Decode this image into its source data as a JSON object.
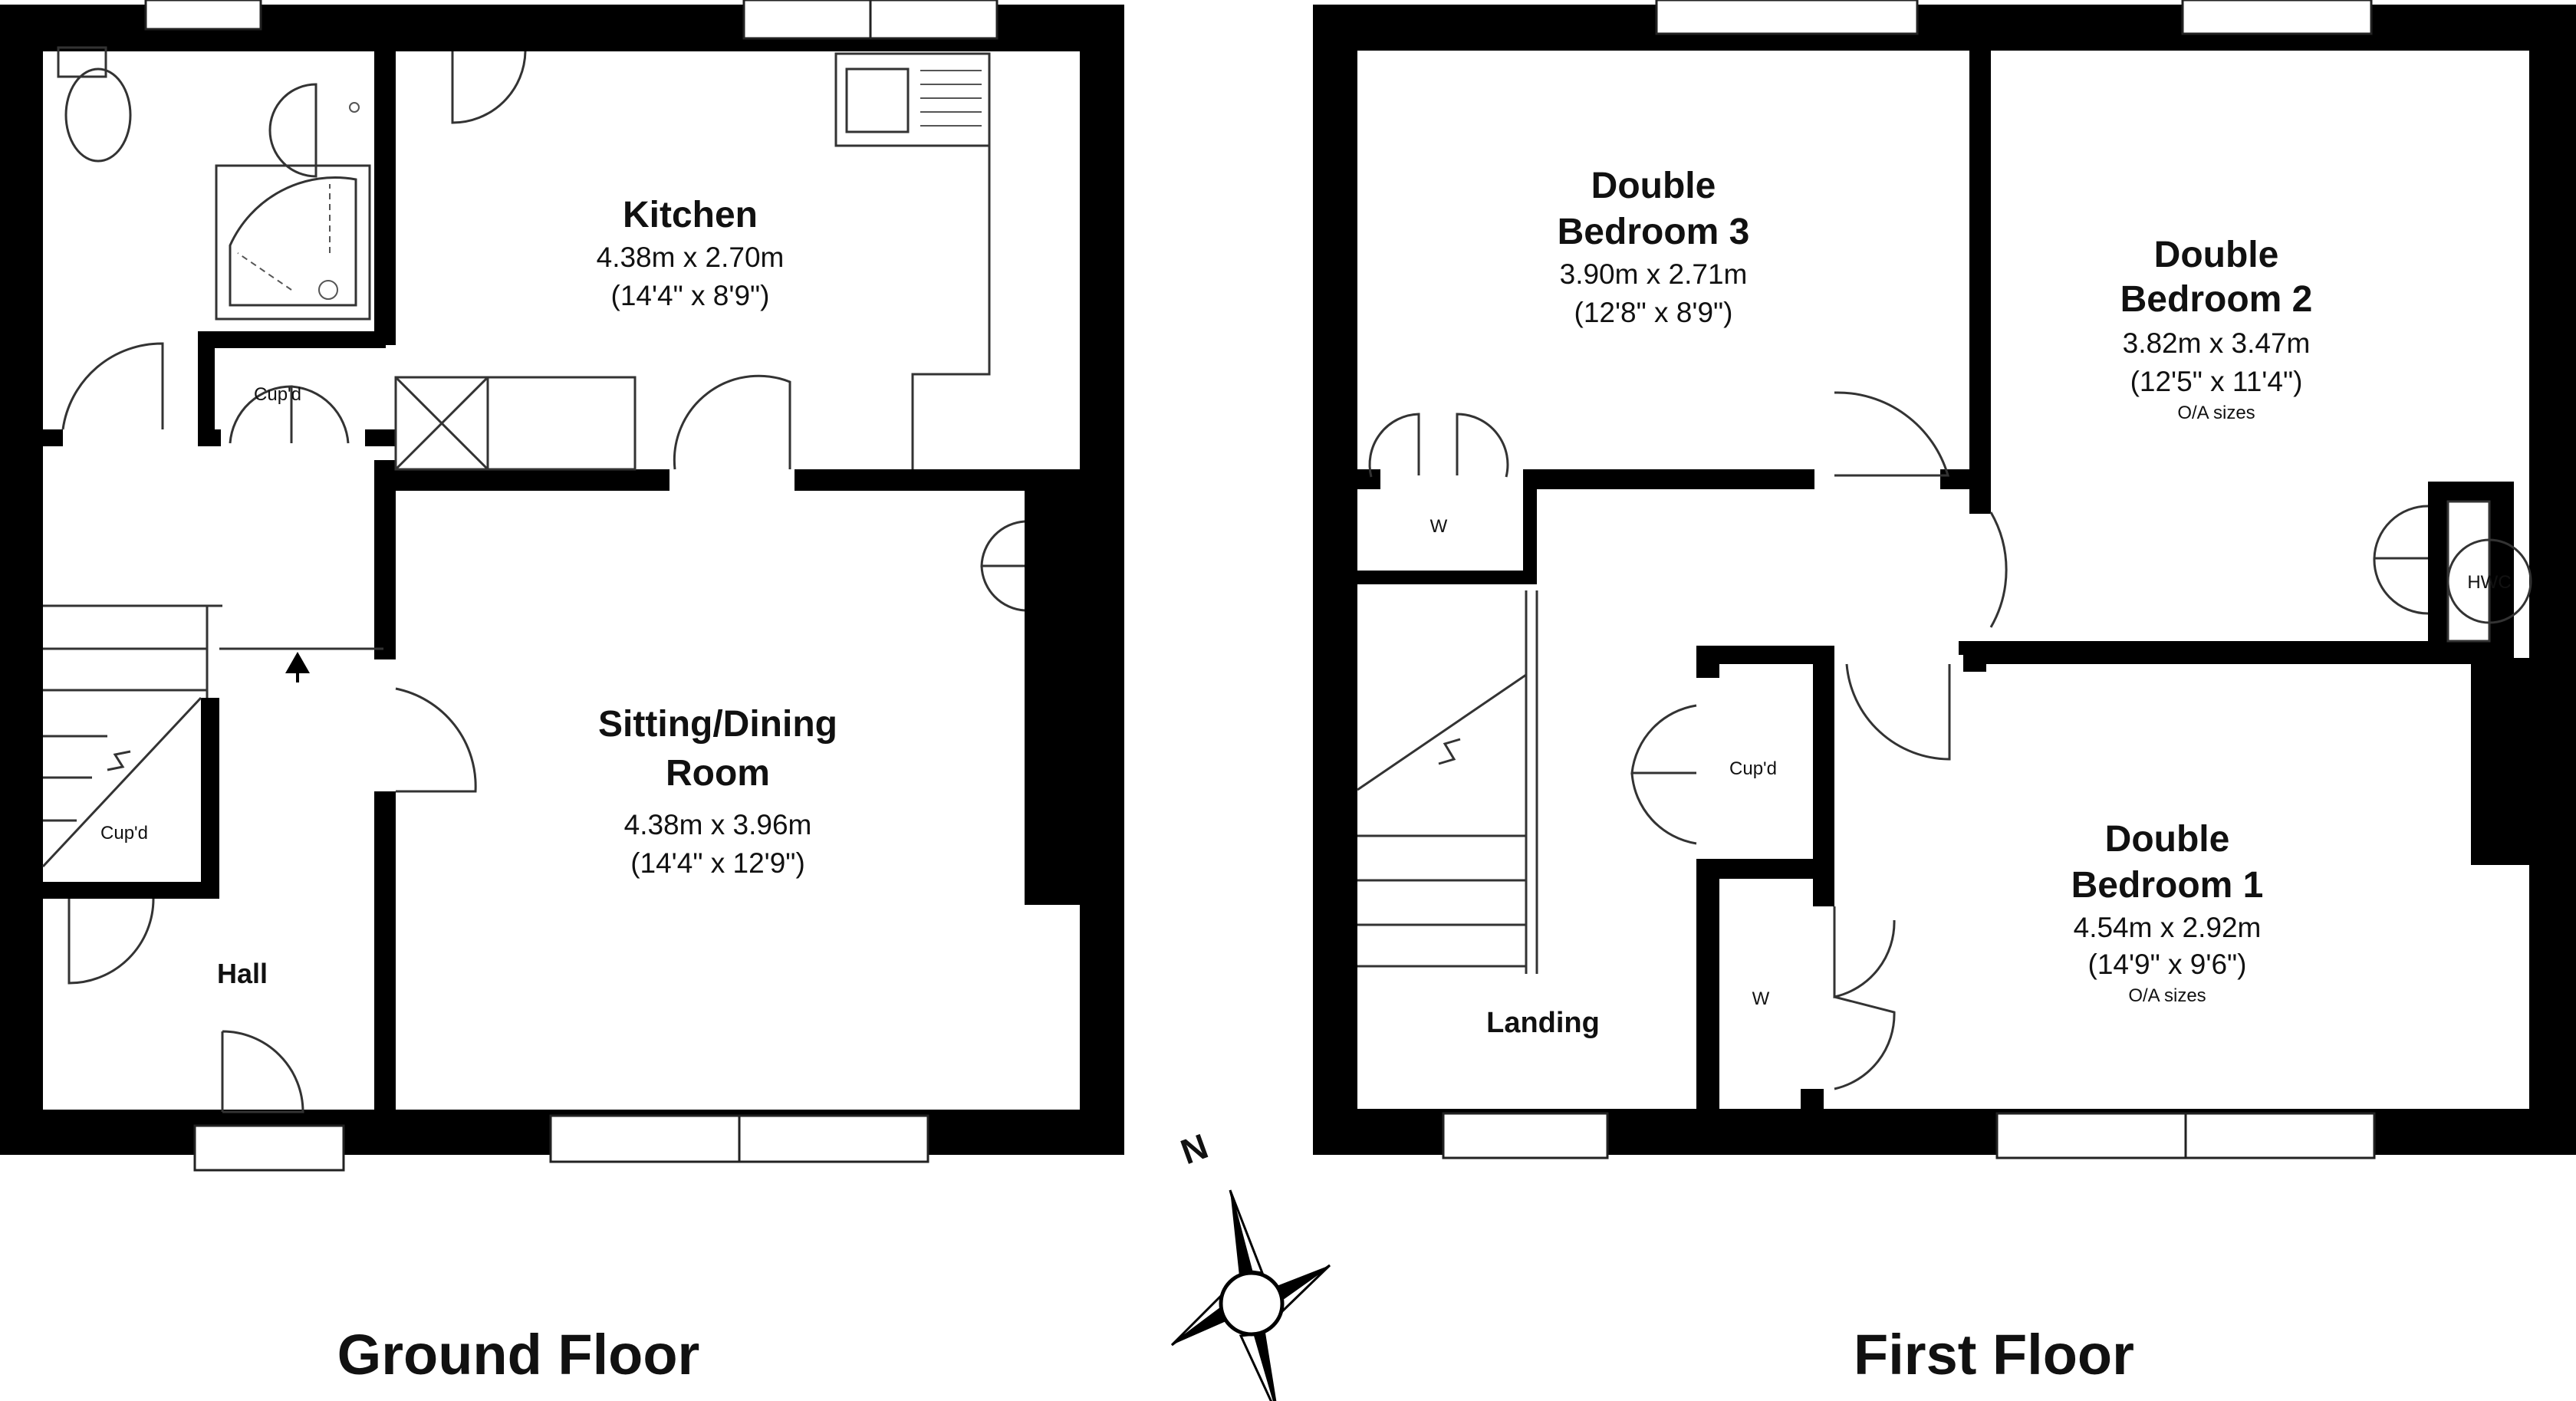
{
  "floors": {
    "ground": {
      "title": "Ground Floor",
      "rooms": {
        "kitchen": {
          "name": "Kitchen",
          "size_m": "4.38m x 2.70m",
          "size_ft": "(14'4\" x 8'9\")"
        },
        "sitting": {
          "name_line1": "Sitting/Dining",
          "name_line2": "Room",
          "size_m": "4.38m x 3.96m",
          "size_ft": "(14'4\" x 12'9\")"
        },
        "hall": {
          "name": "Hall"
        },
        "cupd_upper": "Cup'd",
        "cupd_lower": "Cup'd"
      }
    },
    "first": {
      "title": "First Floor",
      "rooms": {
        "bed3": {
          "name_line1": "Double",
          "name_line2": "Bedroom 3",
          "size_m": "3.90m x 2.71m",
          "size_ft": "(12'8\" x 8'9\")"
        },
        "bed2": {
          "name_line1": "Double",
          "name_line2": "Bedroom 2",
          "size_m": "3.82m x 3.47m",
          "size_ft": "(12'5\" x 11'4\")",
          "note": "O/A sizes"
        },
        "bed1": {
          "name_line1": "Double",
          "name_line2": "Bedroom 1",
          "size_m": "4.54m x 2.92m",
          "size_ft": "(14'9\" x 9'6\")",
          "note": "O/A sizes"
        },
        "landing": {
          "name": "Landing"
        },
        "wardrobe_top": "W",
        "wardrobe_bottom": "W",
        "cupd": "Cup'd",
        "hwc": "HWC"
      }
    }
  },
  "compass": {
    "north_label": "N"
  },
  "colors": {
    "wall": "#000000",
    "background": "#ffffff",
    "line": "#333333"
  }
}
